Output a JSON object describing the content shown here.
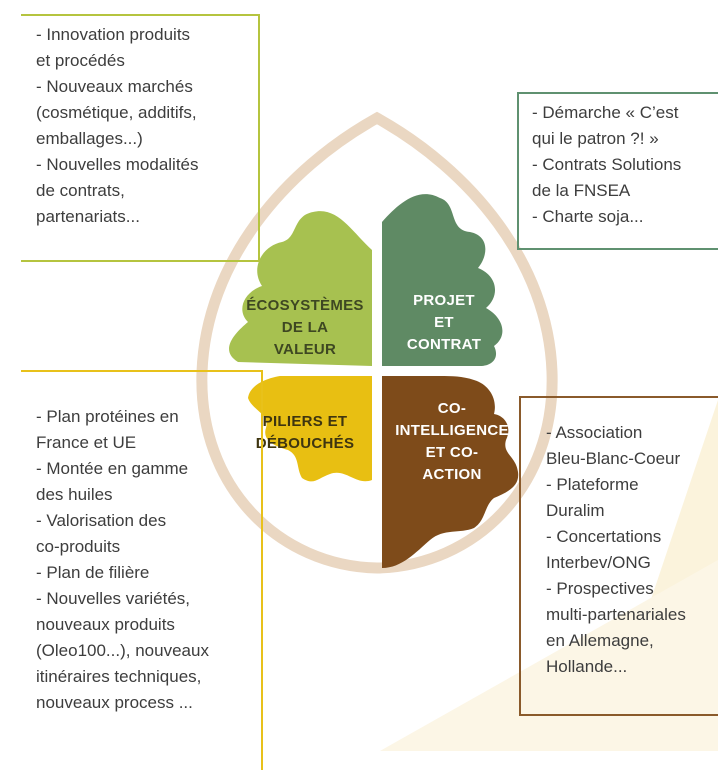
{
  "colors": {
    "ecosystemes": "#a7c150",
    "projet": "#5f8a64",
    "piliers": "#e8bf12",
    "cointelligence": "#7e4b1a",
    "drop_outline": "#ead7c2",
    "background_wedge": "#fbf3dc"
  },
  "quadrants": {
    "top_left": {
      "label_lines": [
        "ÉCOSYSTÈMES",
        "DE LA",
        "VALEUR"
      ]
    },
    "top_right": {
      "label_lines": [
        "PROJET",
        "ET",
        "CONTRAT"
      ]
    },
    "bottom_left": {
      "label_lines": [
        "PILIERS ET",
        "DÉBOUCHÉS"
      ]
    },
    "bottom_right": {
      "label_lines": [
        "CO-",
        "INTELLIGENCE",
        "ET CO-",
        "ACTION"
      ]
    }
  },
  "boxes": {
    "top_left": [
      "- Innovation produits",
      "et procédés",
      "- Nouveaux marchés",
      "(cosmétique, additifs,",
      "emballages...)",
      "- Nouvelles modalités",
      "de contrats,",
      "partenariats..."
    ],
    "top_right": [
      "- Démarche « C’est",
      "qui le patron ?! »",
      "- Contrats Solutions",
      "de la FNSEA",
      "- Charte soja..."
    ],
    "bottom_left": [
      "- Plan protéines en",
      "France et UE",
      "- Montée en gamme",
      "des huiles",
      "- Valorisation des",
      "co-produits",
      "- Plan de filière",
      "- Nouvelles variétés,",
      "nouveaux produits",
      "(Oleo100...), nouveaux",
      "itinéraires techniques,",
      "nouveaux process ..."
    ],
    "bottom_right": [
      "- Association",
      "Bleu-Blanc-Coeur",
      "- Plateforme",
      "Duralim",
      "- Concertations",
      "Interbev/ONG",
      "- Prospectives",
      "multi-partenariales",
      "en Allemagne,",
      "Hollande..."
    ]
  }
}
